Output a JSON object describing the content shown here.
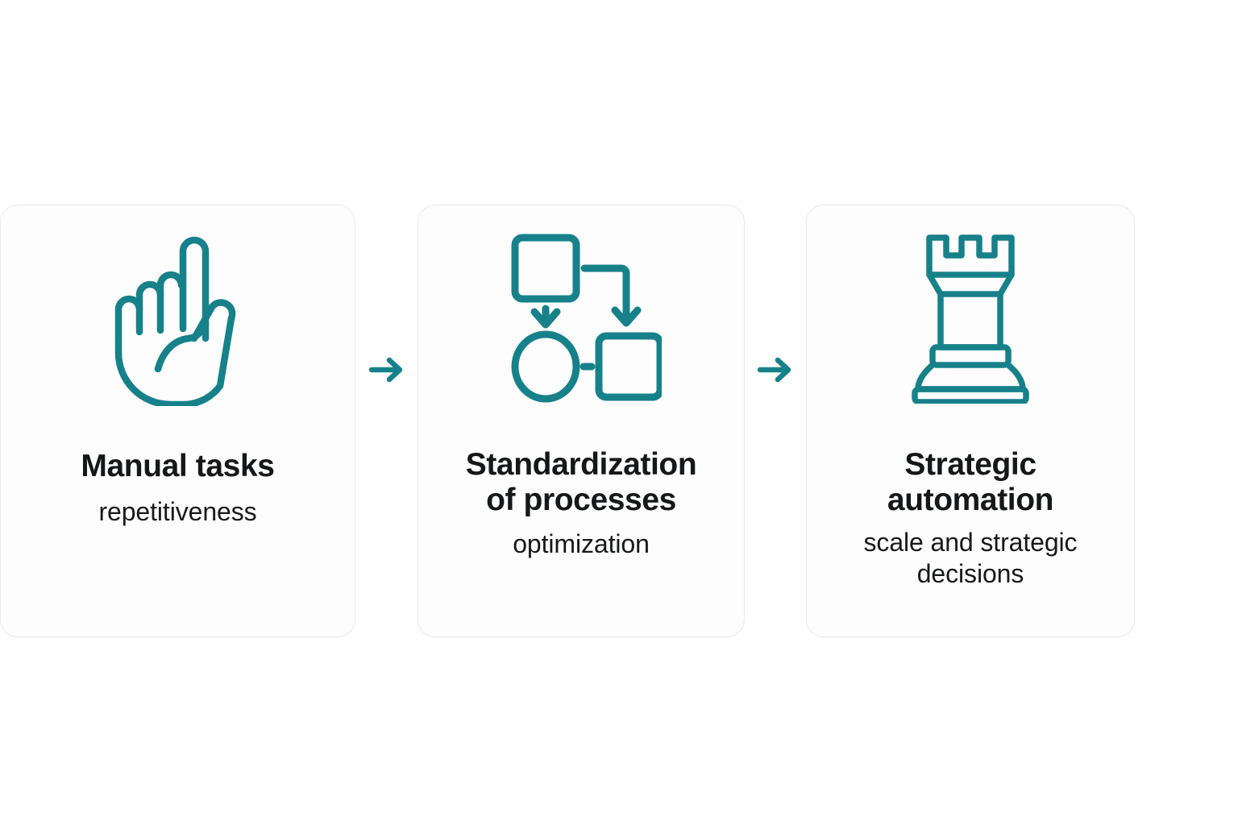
{
  "theme": {
    "background": "#ffffff",
    "card_background": "#fdfdfd",
    "card_border": "#e8e9ea",
    "accent_teal": "#17818a",
    "title_color": "#161719",
    "subtitle_color": "#17181a"
  },
  "diagram": {
    "type": "three-stage-horizontal-flow",
    "steps": [
      {
        "id": "manual-tasks",
        "icon": "pointing-hand-icon",
        "title": "Manual tasks",
        "subtitle": "repetitiveness"
      },
      {
        "id": "standardization-of-processes",
        "icon": "flowchart-icon",
        "title": "Standardization\nof processes",
        "subtitle": "optimization"
      },
      {
        "id": "strategic-automation",
        "icon": "chess-rook-icon",
        "title": "Strategic\nautomation",
        "subtitle": "scale and strategic\ndecisions"
      }
    ],
    "connectors": [
      {
        "id": "arrow-1",
        "icon": "arrow-right-icon",
        "from": "manual-tasks",
        "to": "standardization-of-processes"
      },
      {
        "id": "arrow-2",
        "icon": "arrow-right-icon",
        "from": "standardization-of-processes",
        "to": "strategic-automation"
      }
    ]
  }
}
